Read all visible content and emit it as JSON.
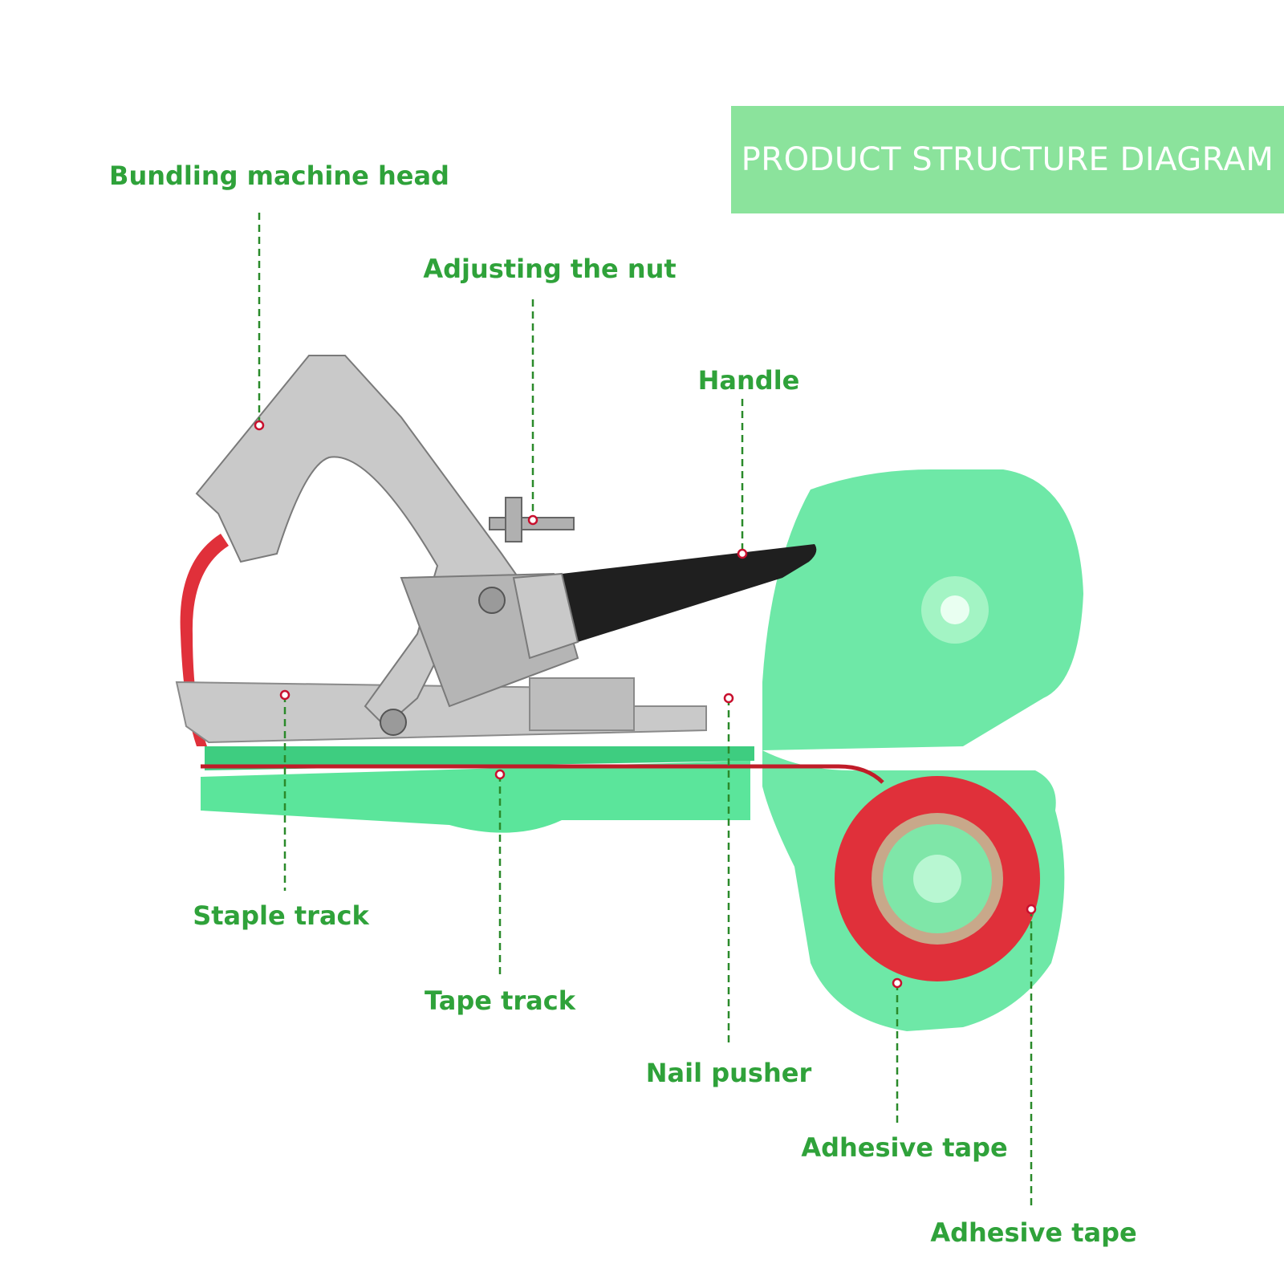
{
  "banner": {
    "title": "PRODUCT STRUCTURE DIAGRAM"
  },
  "colors": {
    "banner": "#8be39c",
    "label_text": "#2fa23a",
    "leader": "#2a8a2a",
    "marker": "#c8102e",
    "tape_red": "#e0303a",
    "housing_green": "#3ee08a",
    "metal": "#c9c9c9",
    "handle_black": "#1f1f1f"
  },
  "labels": {
    "head": "Bundling machine head",
    "nut": "Adjusting the nut",
    "handle": "Handle",
    "staple_track": "Staple track",
    "tape_track": "Tape track",
    "nail_pusher": "Nail pusher",
    "adhesive_tape_1": "Adhesive tape",
    "adhesive_tape_2": "Adhesive tape"
  }
}
